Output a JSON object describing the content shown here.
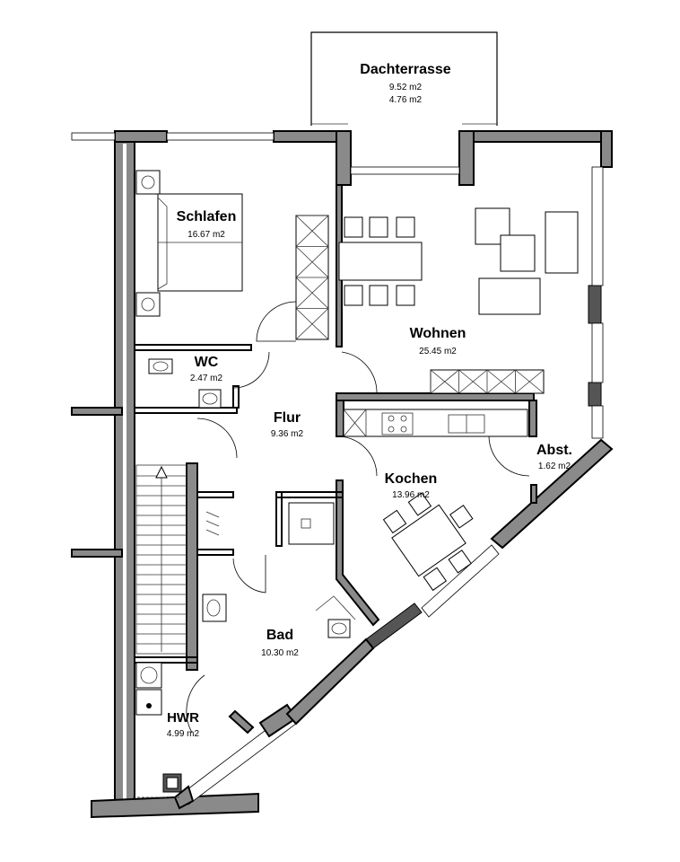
{
  "rooms": {
    "dachterrasse": {
      "name": "Dachterrasse",
      "area": "9.52 m2",
      "area2": "4.76 m2"
    },
    "schlafen": {
      "name": "Schlafen",
      "area": "16.67 m2"
    },
    "wc": {
      "name": "WC",
      "area": "2.47 m2"
    },
    "flur": {
      "name": "Flur",
      "area": "9.36 m2"
    },
    "wohnen": {
      "name": "Wohnen",
      "area": "25.45 m2"
    },
    "kochen": {
      "name": "Kochen",
      "area": "13.96 m2"
    },
    "abst": {
      "name": "Abst.",
      "area": "1.62 m2"
    },
    "bad": {
      "name": "Bad",
      "area": "10.30 m2"
    },
    "hwr": {
      "name": "HWR",
      "area": "4.99 m2"
    }
  },
  "colors": {
    "wall": "#8a8a8a",
    "line": "#000000",
    "background": "#ffffff"
  }
}
